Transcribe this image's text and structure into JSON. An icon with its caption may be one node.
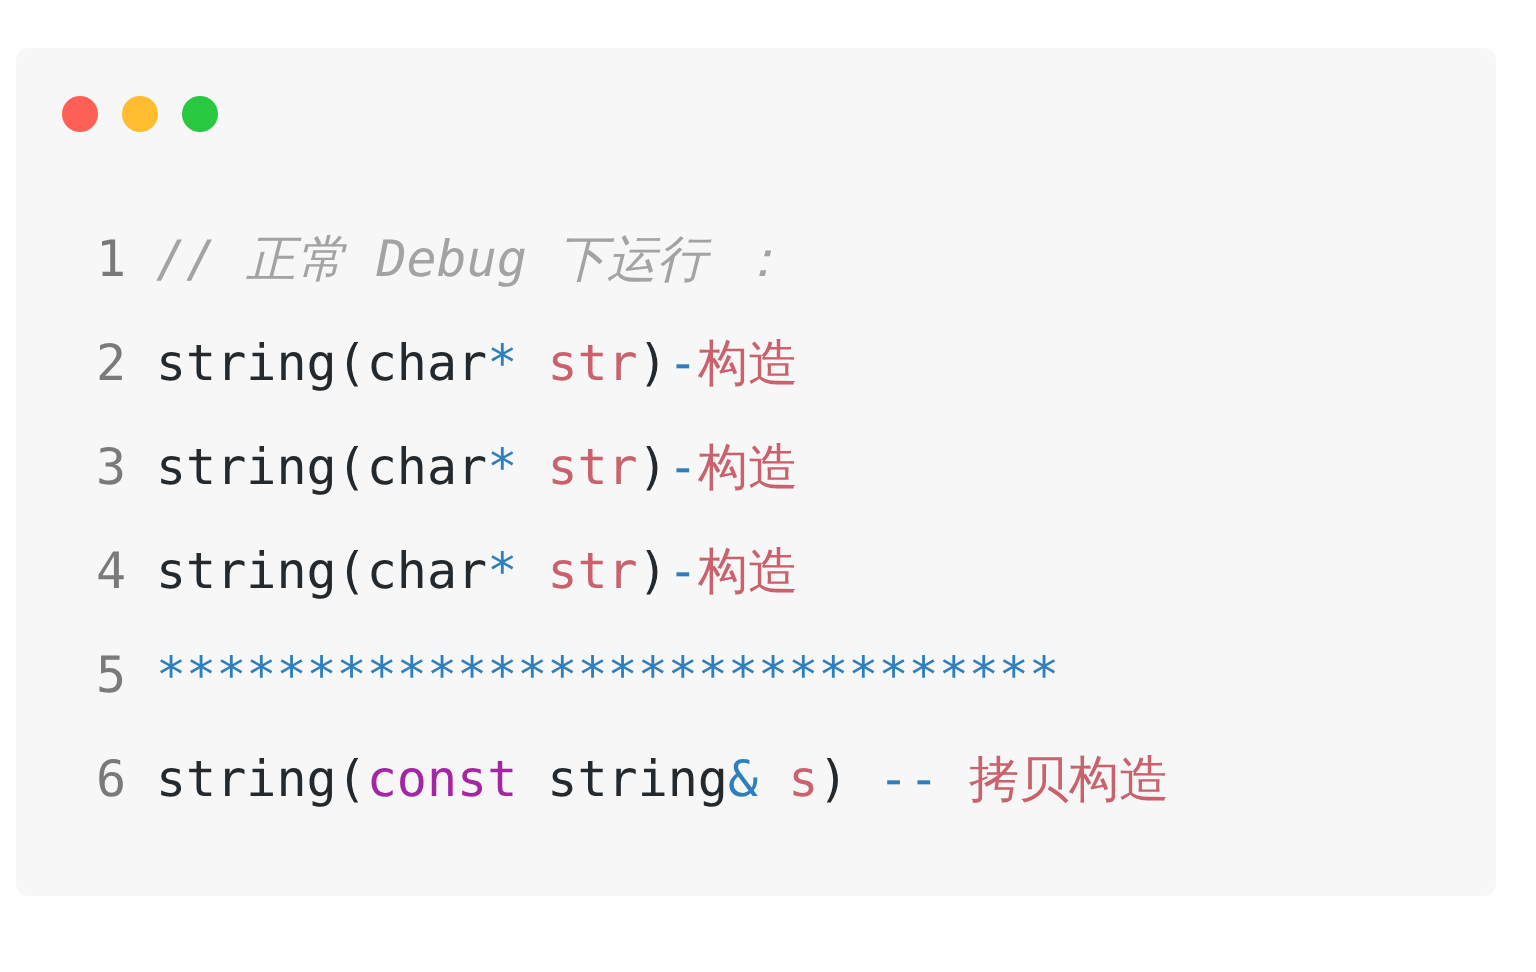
{
  "diagram": {
    "labels": [
      "1",
      "// 正常 Debug 下运行 ：",
      "2",
      "string(char* str)-构造",
      "3",
      "string(char* str)-构造",
      "4",
      "string(char* str)-构造",
      "5",
      "******************************",
      "6",
      "string(const string& s) -- 拷贝构造"
    ]
  }
}
